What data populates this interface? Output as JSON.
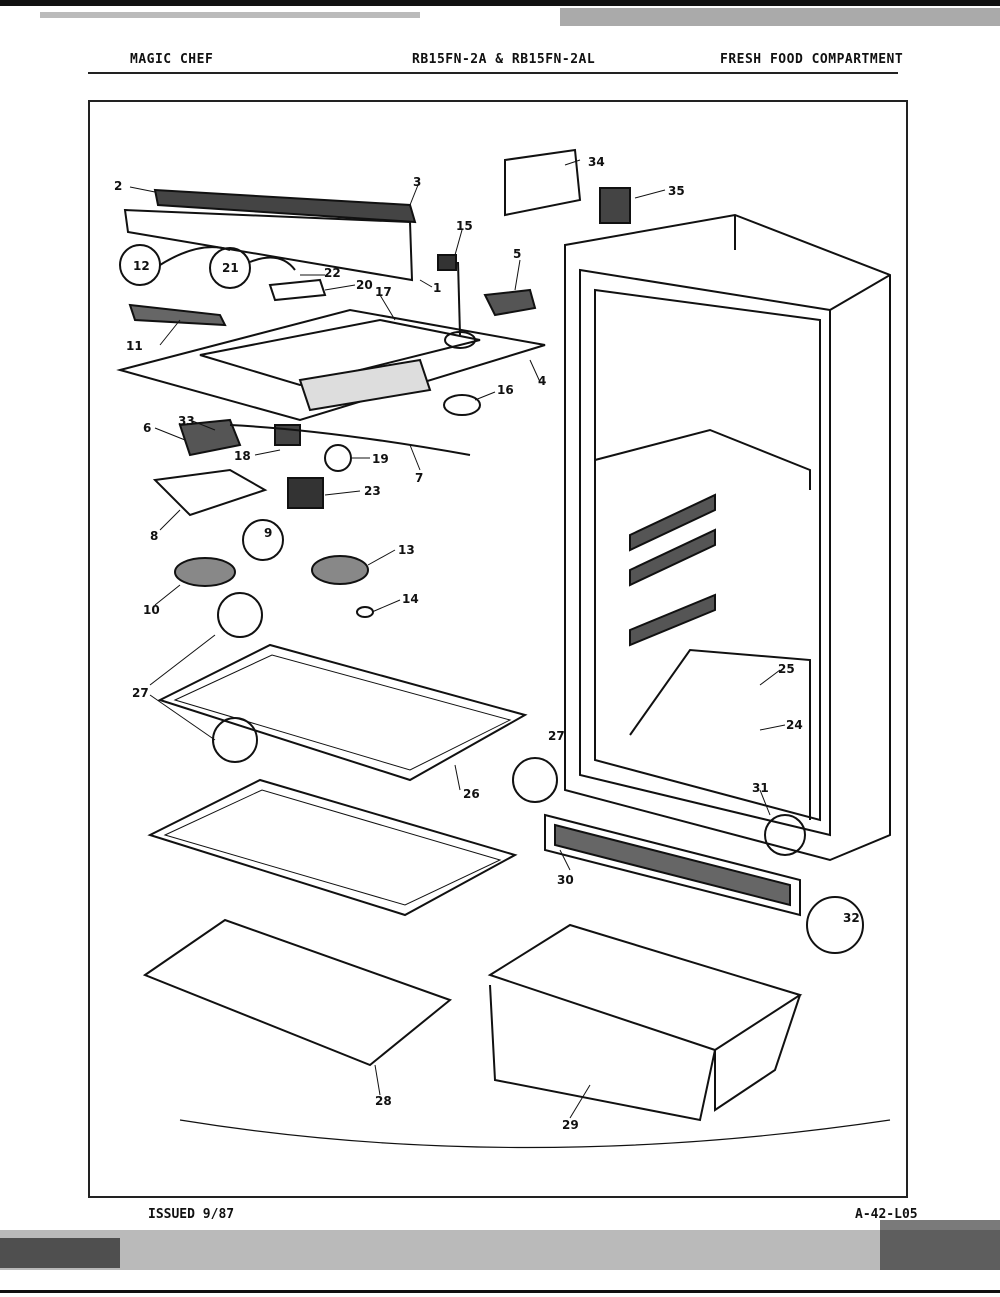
{
  "header": {
    "brand": "MAGIC CHEF",
    "models": "RB15FN-2A & RB15FN-2AL",
    "section": "FRESH FOOD COMPARTMENT"
  },
  "footer": {
    "issued": "ISSUED 9/87",
    "code": "A-42-L05"
  },
  "callouts": {
    "c1": "1",
    "c2": "2",
    "c3": "3",
    "c4": "4",
    "c5": "5",
    "c6": "6",
    "c7": "7",
    "c8": "8",
    "c9": "9",
    "c10": "10",
    "c11": "11",
    "c12": "12",
    "c13": "13",
    "c14": "14",
    "c15": "15",
    "c16": "16",
    "c17": "17",
    "c18": "18",
    "c19": "19",
    "c20": "20",
    "c21": "21",
    "c22": "22",
    "c23": "23",
    "c24": "24",
    "c25": "25",
    "c26": "26",
    "c27a": "27",
    "c27b": "27",
    "c28": "28",
    "c29": "29",
    "c30": "30",
    "c31": "31",
    "c32": "32",
    "c33": "33",
    "c34": "34",
    "c35": "35"
  }
}
